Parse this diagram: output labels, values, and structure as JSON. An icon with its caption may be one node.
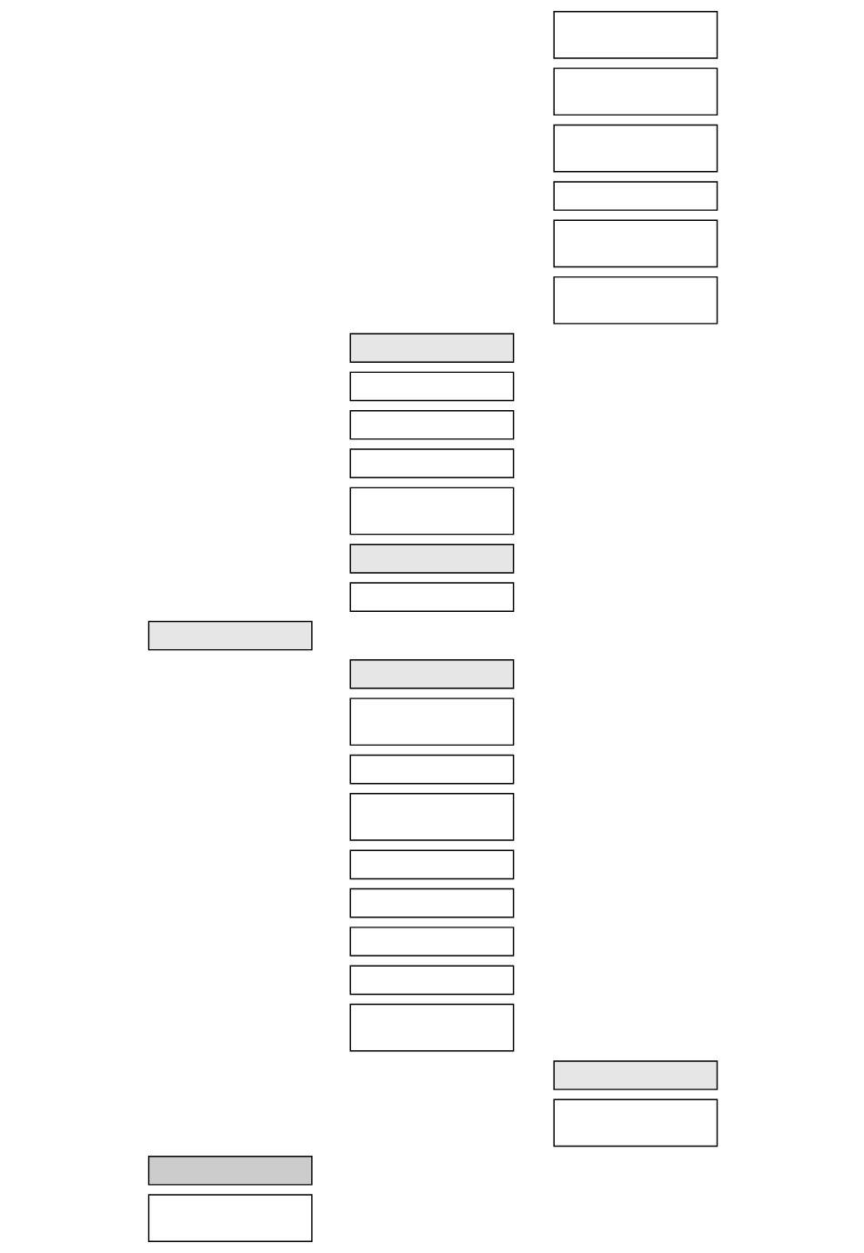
{
  "diagram": {
    "nodes": [
      {
        "text": [],
        "shape": "box"
      },
      {
        "text": [],
        "shape": "box"
      },
      {
        "text": [],
        "shape": "box"
      },
      {
        "text": [],
        "shape": "box"
      },
      {
        "text": [],
        "shape": "box"
      },
      {
        "text": [],
        "shape": "box"
      },
      {
        "text": [],
        "shape": "box"
      },
      {
        "text": [],
        "shape": "box"
      },
      {
        "text": [],
        "shape": "box"
      },
      {
        "text": [],
        "shape": "box"
      },
      {
        "text": [],
        "shape": "box"
      },
      {
        "text": [],
        "shape": "box"
      },
      {
        "text": [],
        "shape": "box"
      },
      {
        "text": [],
        "shape": "box"
      },
      {
        "text": [],
        "shape": "box"
      },
      {
        "text": [],
        "shape": "box"
      },
      {
        "text": [],
        "shape": "box"
      },
      {
        "text": [],
        "shape": "box"
      },
      {
        "text": [],
        "shape": "box"
      },
      {
        "text": [],
        "shape": "box"
      },
      {
        "text": [],
        "shape": "box"
      },
      {
        "text": [],
        "shape": "box"
      },
      {
        "text": [],
        "shape": "box"
      },
      {
        "text": [],
        "shape": "box"
      },
      {
        "text": [],
        "shape": "box"
      },
      {
        "text": [],
        "shape": "box"
      },
      {
        "text": [],
        "shape": "box"
      }
    ]
  }
}
